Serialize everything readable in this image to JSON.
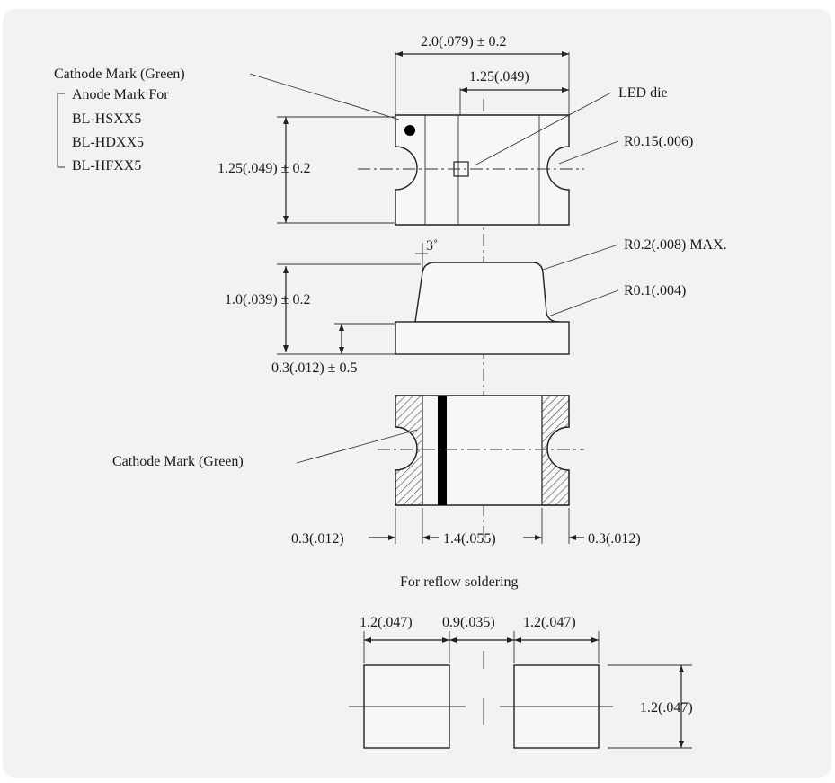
{
  "top_view": {
    "width_dim": "2.0(.079) ± 0.2",
    "inner_width_dim": "1.25(.049)",
    "height_dim": "1.25(.049) ± 0.2",
    "led_die": "LED die",
    "radius": "R0.15(.006)",
    "cathode_mark": "Cathode Mark (Green)",
    "anode_mark_title": "Anode Mark For",
    "anode_models": [
      "BL-HSXX5",
      "BL-HDXX5",
      "BL-HFXX5"
    ]
  },
  "side_view": {
    "angle": "3˚",
    "radius_max": "R0.2(.008) MAX.",
    "radius_small": "R0.1(.004)",
    "height_dim": "1.0(.039) ± 0.2",
    "base_dim": "0.3(.012) ± 0.5"
  },
  "bottom_view": {
    "cathode_mark": "Cathode Mark (Green)",
    "left_pad": "0.3(.012)",
    "center": "1.4(.055)",
    "right_pad": "0.3(.012)"
  },
  "reflow": {
    "title": "For reflow soldering",
    "pad_width": "1.2(.047)",
    "gap": "0.9(.035)",
    "pad_width_2": "1.2(.047)",
    "pad_height": "1.2(.047)"
  }
}
